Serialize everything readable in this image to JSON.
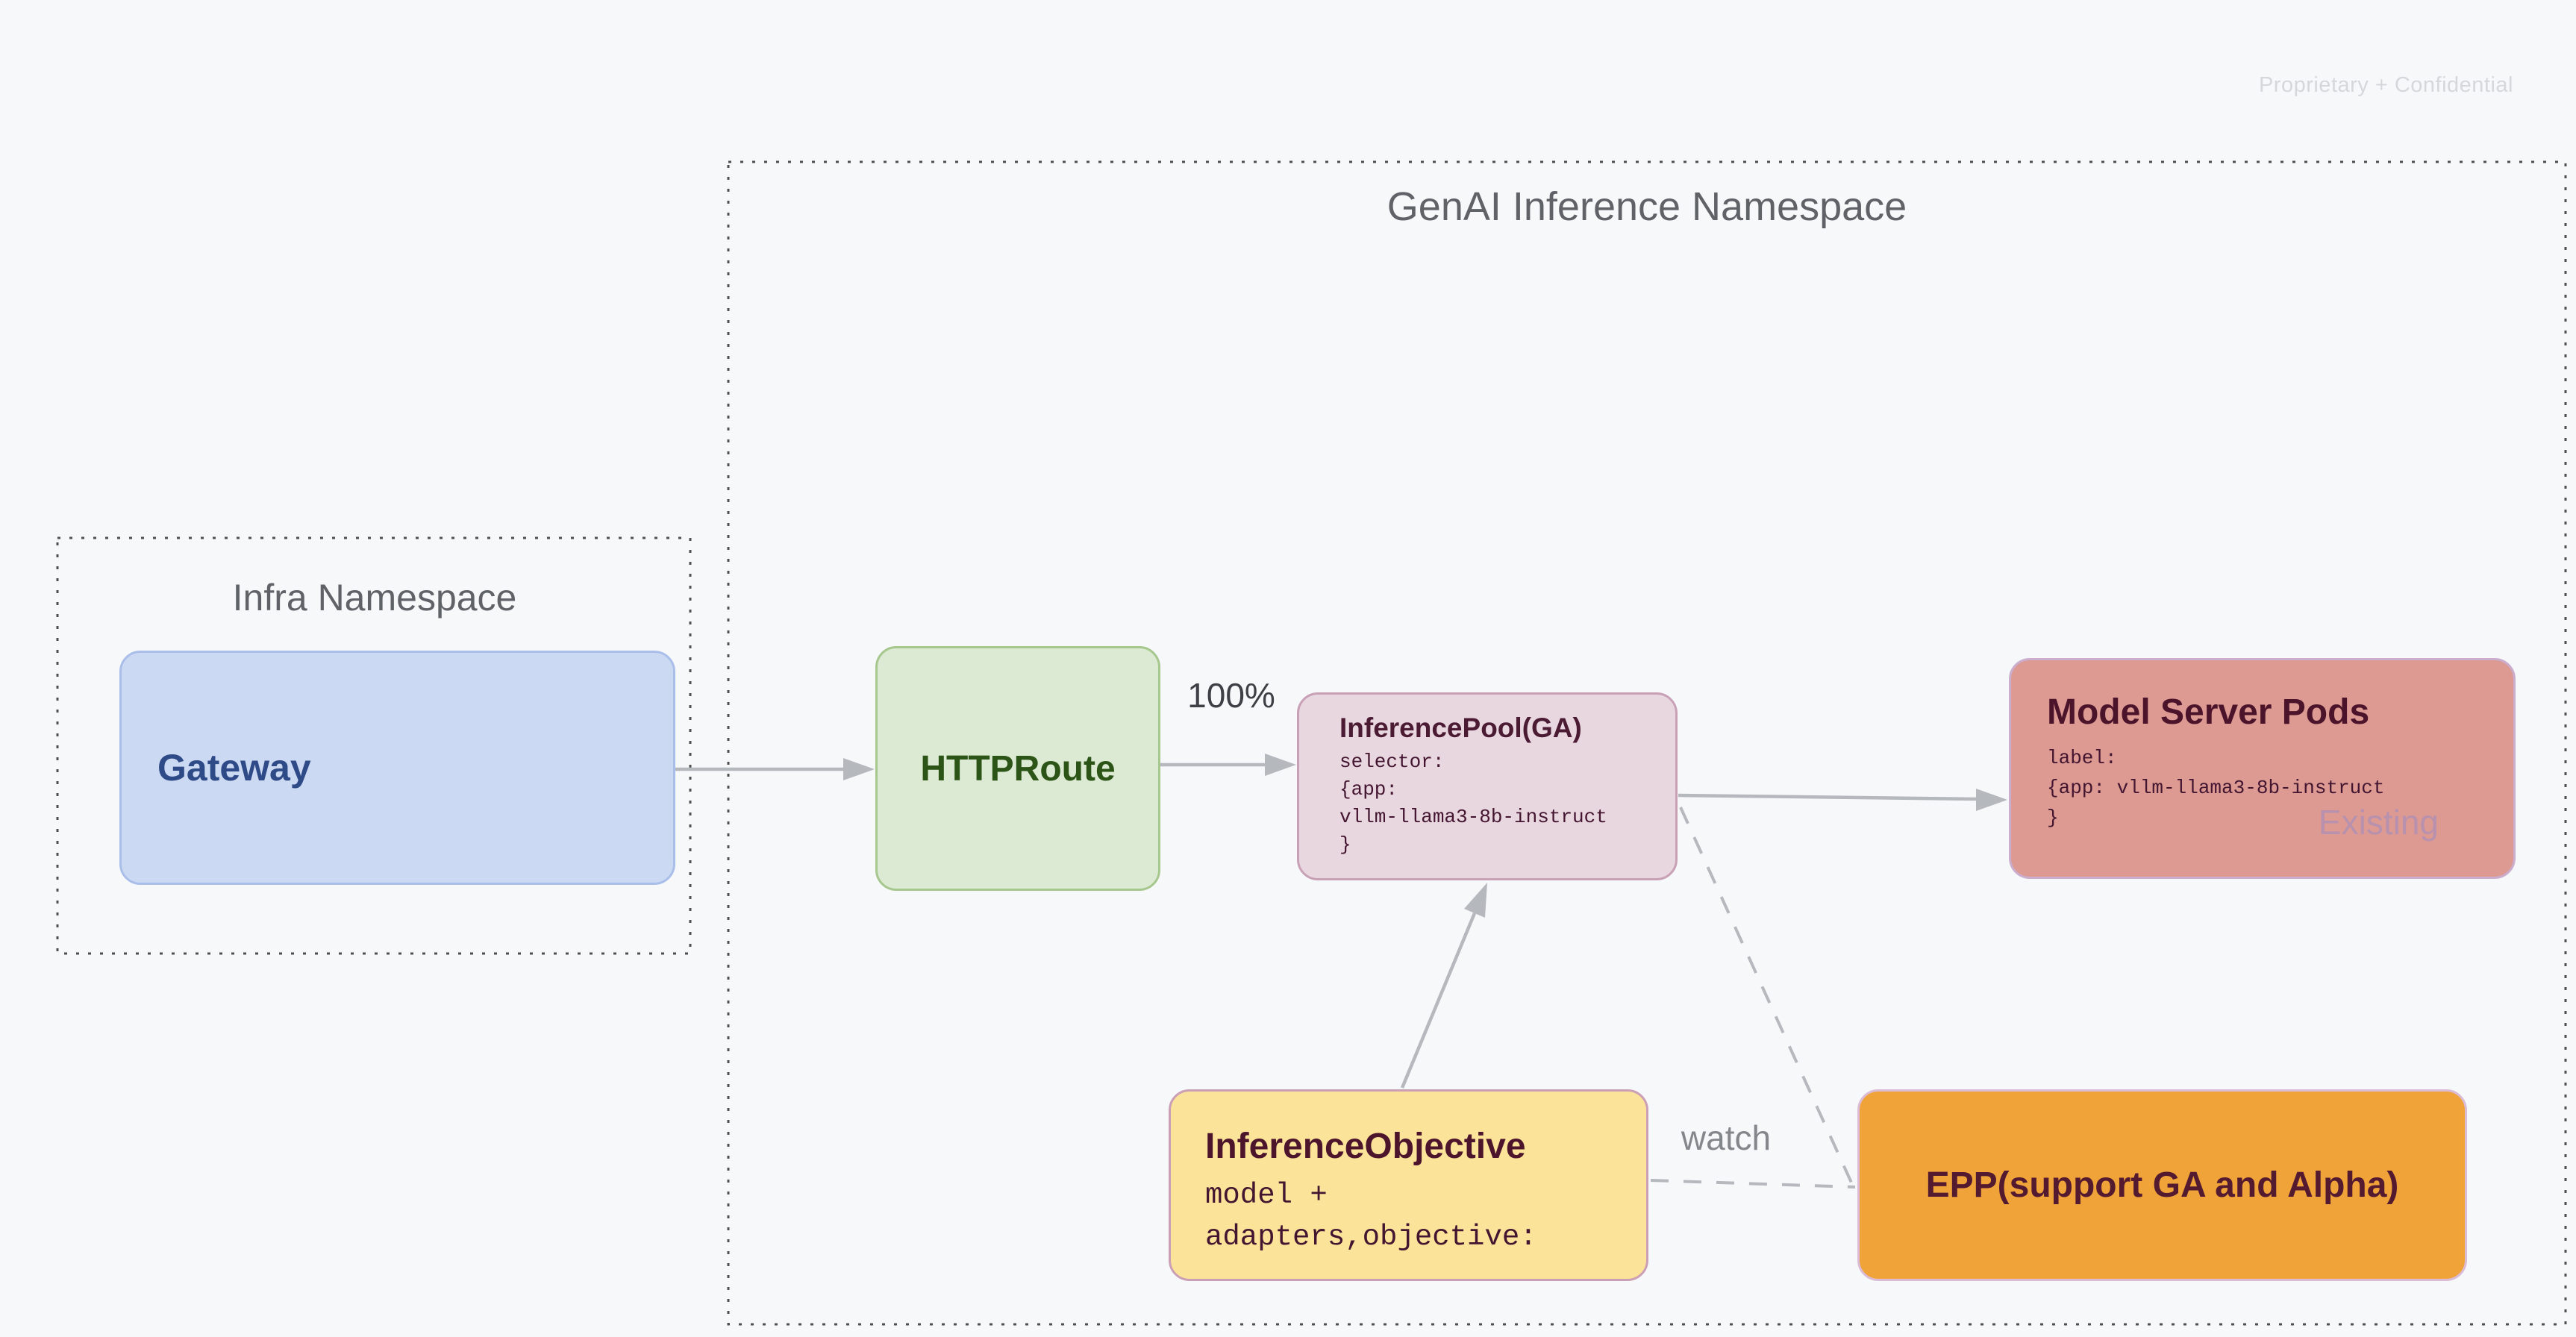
{
  "page": {
    "watermark": "Proprietary + Confidential"
  },
  "namespaces": {
    "genai": {
      "title": "GenAI Inference Namespace"
    },
    "infra": {
      "title": "Infra Namespace"
    }
  },
  "nodes": {
    "gateway": {
      "label": "Gateway"
    },
    "httproute": {
      "label": "HTTPRoute"
    },
    "inference_pool": {
      "title": "InferencePool(GA)",
      "code": "selector:\n{app:\nvllm-llama3-8b-instruct\n}"
    },
    "model_server_pods": {
      "title": "Model Server Pods",
      "code": "label:\n{app: vllm-llama3-8b-instruct\n}",
      "tag": "Existing"
    },
    "inference_objective": {
      "title": "InferenceObjective",
      "code": "model +\nadapters,objective:"
    },
    "epp": {
      "label": "EPP(support GA and Alpha)"
    }
  },
  "edges": {
    "httproute_to_pool_label": "100%",
    "objective_to_epp_label": "watch"
  },
  "colors": {
    "background": "#f7f8fa",
    "namespace_border": "#4f4f4f",
    "namespace_title": "#5f6368",
    "gateway_fill": "#ccd9f3",
    "gateway_text": "#2e4a87",
    "httproute_fill": "#dcead3",
    "httproute_text": "#2c5417",
    "inference_pool_fill": "#e9d7e0",
    "model_server_pods_fill": "#dc9a92",
    "inference_objective_fill": "#fbe399",
    "epp_fill": "#f0a339",
    "dark_maroon_text": "#4b1a33",
    "existing_tag_text": "#b891ae",
    "arrow": "#b5b8bd",
    "watermark_text": "#d5d7da"
  }
}
